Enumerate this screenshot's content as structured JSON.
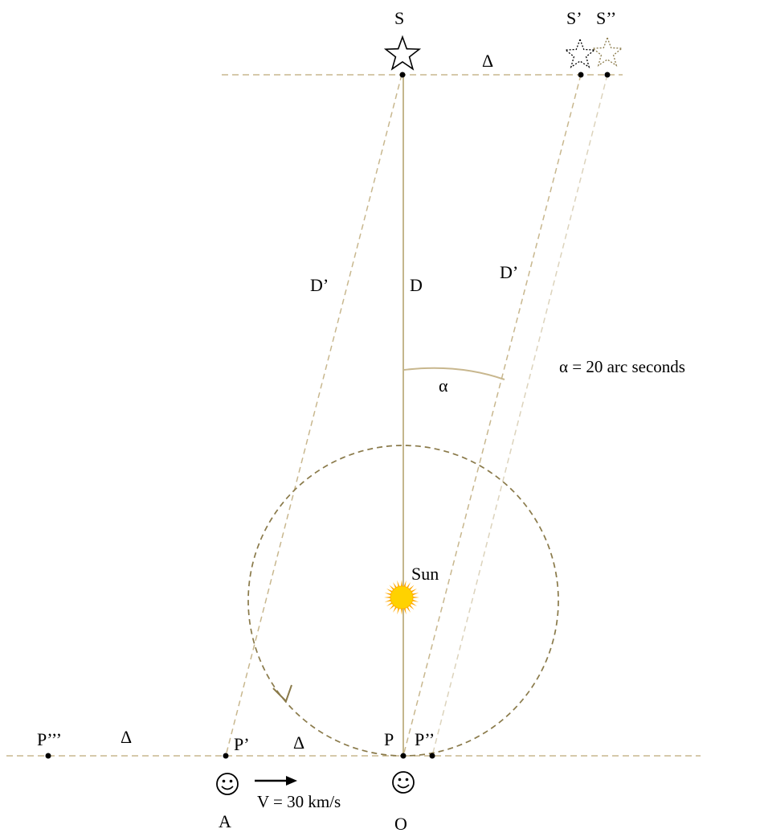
{
  "labels": {
    "star": "S",
    "star_prime": "S’",
    "star_double_prime": "S’’",
    "delta_top": "Δ",
    "distance_left": "D’",
    "distance_center": "D",
    "distance_right": "D’",
    "alpha_angle": "α",
    "alpha_note": "α = 20 arc seconds",
    "sun": "Sun",
    "p_triple_prime": "P’’’",
    "delta_bottom_left": "Δ",
    "p_prime": "P’",
    "delta_bottom_right": "Δ",
    "p": "P",
    "p_double_prime": "P’’",
    "velocity": "V = 30 km/s",
    "observer_a": "A",
    "observer_o": "O"
  },
  "icons": {
    "star": "star-outline-icon",
    "star_prime": "star-dotted-icon",
    "star_double_prime": "star-dotted-faded-icon",
    "sun": "sun-icon",
    "observer": "smiley-face-icon",
    "velocity": "arrow-right-icon"
  },
  "colors": {
    "line_dashed": "#c8b78e",
    "line_solid": "#b5a36f",
    "orbit": "#8a7a4a",
    "sun_core": "#ffd200",
    "sun_rays": "#ffa800",
    "text": "#000000"
  }
}
